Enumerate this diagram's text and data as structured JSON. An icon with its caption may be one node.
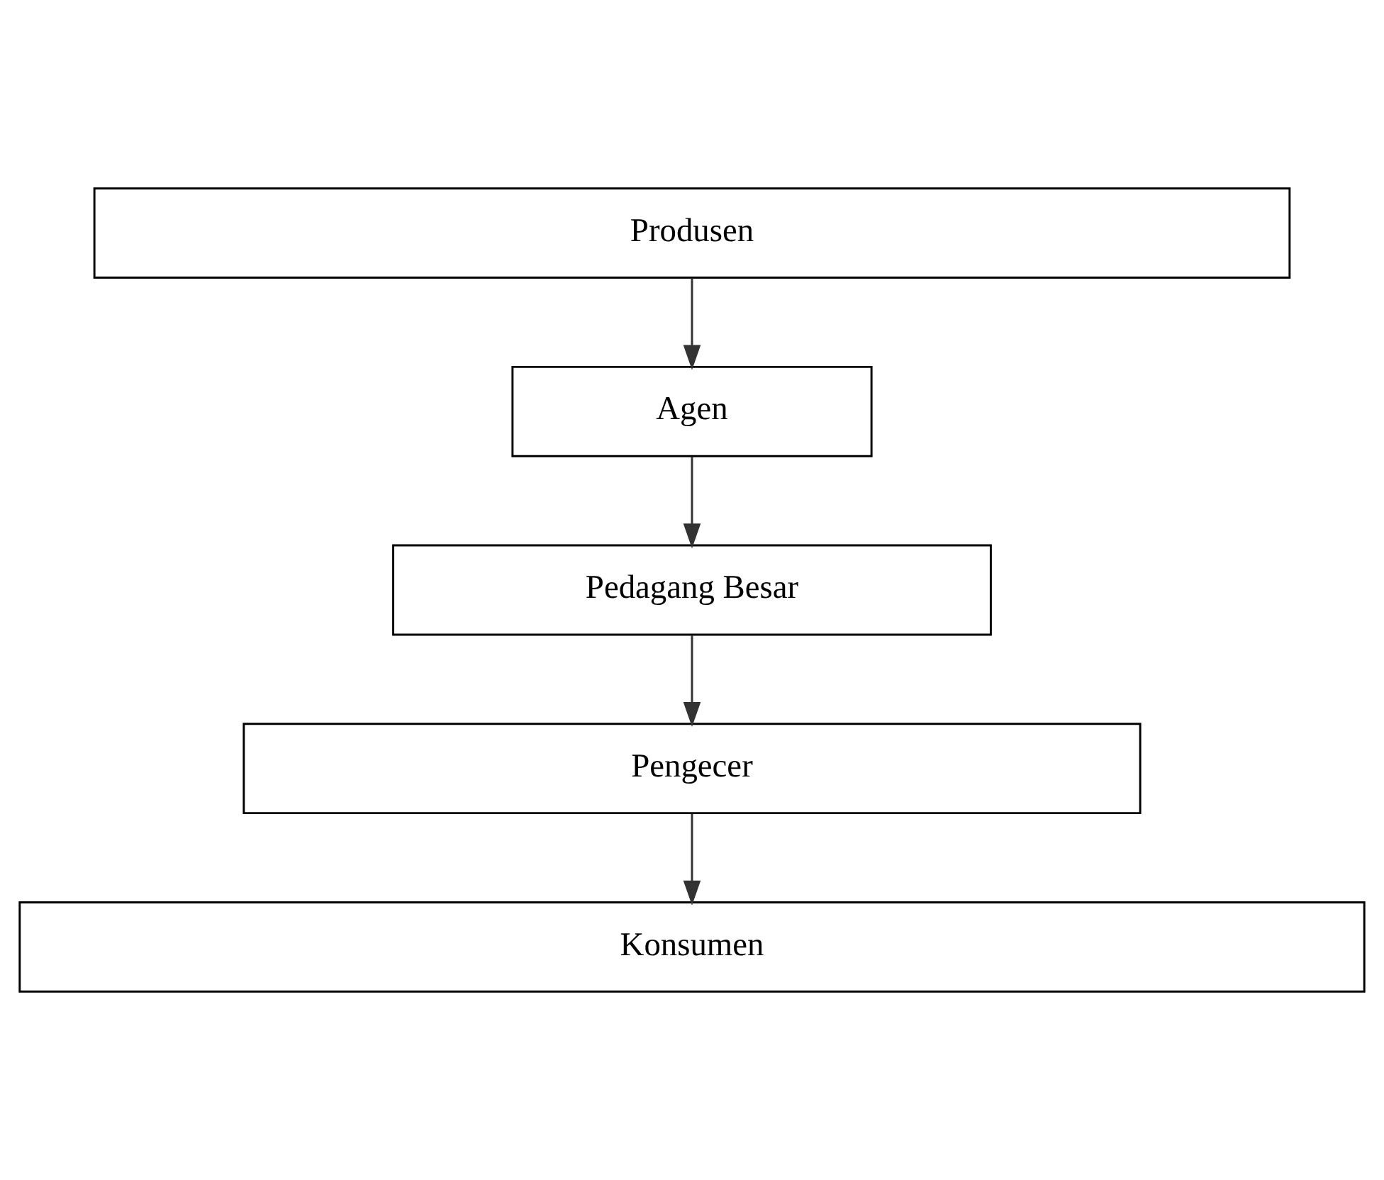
{
  "diagram": {
    "nodes": [
      {
        "text": [
          "Produsen"
        ]
      },
      {
        "text": [
          "Agen"
        ]
      },
      {
        "text": [
          "Pedagang Besar"
        ]
      },
      {
        "text": [
          "Pengecer"
        ]
      },
      {
        "text": [
          "Konsumen"
        ]
      }
    ],
    "edges": [
      {
        "from": 0,
        "to": 1,
        "arrow": "to"
      },
      {
        "from": 1,
        "to": 2,
        "arrow": "to"
      },
      {
        "from": 2,
        "to": 3,
        "arrow": "to"
      },
      {
        "from": 3,
        "to": 4,
        "arrow": "to"
      }
    ]
  }
}
